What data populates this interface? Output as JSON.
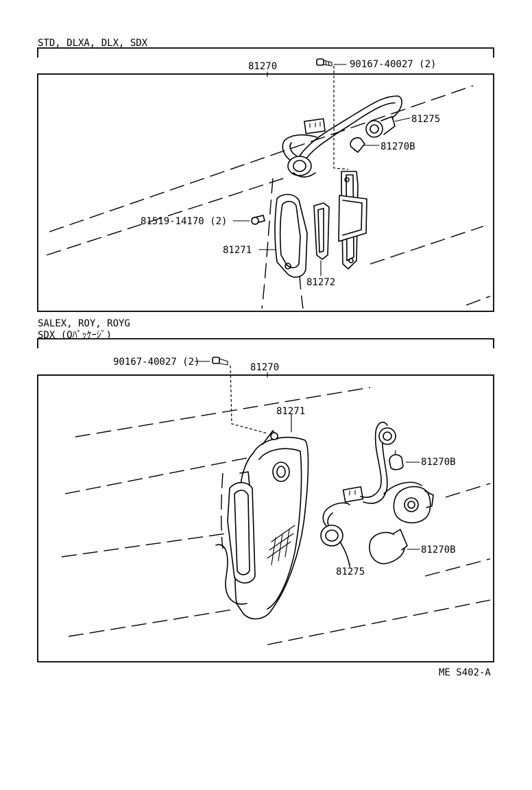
{
  "sections": [
    {
      "heading_lines": [
        "STD, DLXA, DLX, SDX"
      ],
      "labels": {
        "assembly": "81270",
        "screw": "90167-40027 (2)",
        "socket_wire": "81275",
        "bulb": "81270B",
        "screw2": "81519-14170 (2)",
        "lens": "81271",
        "gasket": "81272"
      }
    },
    {
      "heading_lines": [
        "SALEX, ROY, ROYG",
        "SDX (Qﾊﾟｯｹｰｼﾞ)"
      ],
      "labels": {
        "screw": "90167-40027 (2)",
        "assembly": "81270",
        "lens": "81271",
        "bulb_small": "81270B",
        "bulb_large": "81270B",
        "socket_wire": "81275"
      }
    }
  ],
  "footer_code": "ME S402-A"
}
